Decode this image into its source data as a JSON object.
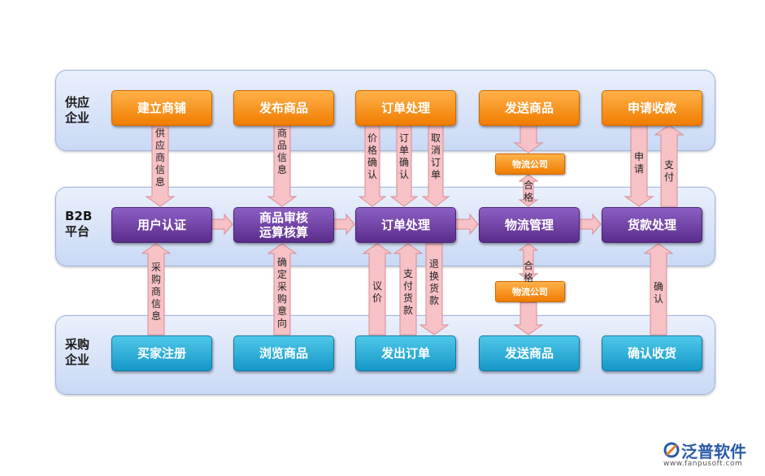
{
  "lanes": {
    "supplier": "供应\n企业",
    "platform": "B2B\n平台",
    "buyer": "采购\n企业"
  },
  "supplier_boxes": [
    "建立商铺",
    "发布商品",
    "订单处理",
    "发送商品",
    "申请收款"
  ],
  "platform_boxes": [
    "用户认证",
    "商品审核\n运算核算",
    "订单处理",
    "物流管理",
    "货款处理"
  ],
  "buyer_boxes": [
    "买家注册",
    "浏览商品",
    "发出订单",
    "发送商品",
    "确认收货"
  ],
  "logistics": {
    "top": "物流公司",
    "bottom": "物流公司"
  },
  "arrow_labels": {
    "supplier_info": "供应商信息",
    "product_info": "商品信息",
    "price_confirm": "价格确认",
    "order_confirm": "订单确认",
    "cancel_order": "取消订单",
    "qualified_top": "合格",
    "apply": "申请",
    "pay": "支付",
    "purchase_info": "采购商信息",
    "confirm_purchase": "确定采购意向",
    "negotiate": "议价",
    "pay_goods": "支付货款",
    "refund": "退换货款",
    "qualified_bottom": "合格",
    "confirm": "确认"
  },
  "brand": {
    "name": "泛普软件",
    "url": "www.fanpusoft.com"
  },
  "colors": {
    "arrow_fill": "#f7c2c6",
    "arrow_stroke": "#d98a92",
    "orange": "#f39200",
    "purple": "#6a3a9e",
    "teal": "#1aa7d6"
  }
}
